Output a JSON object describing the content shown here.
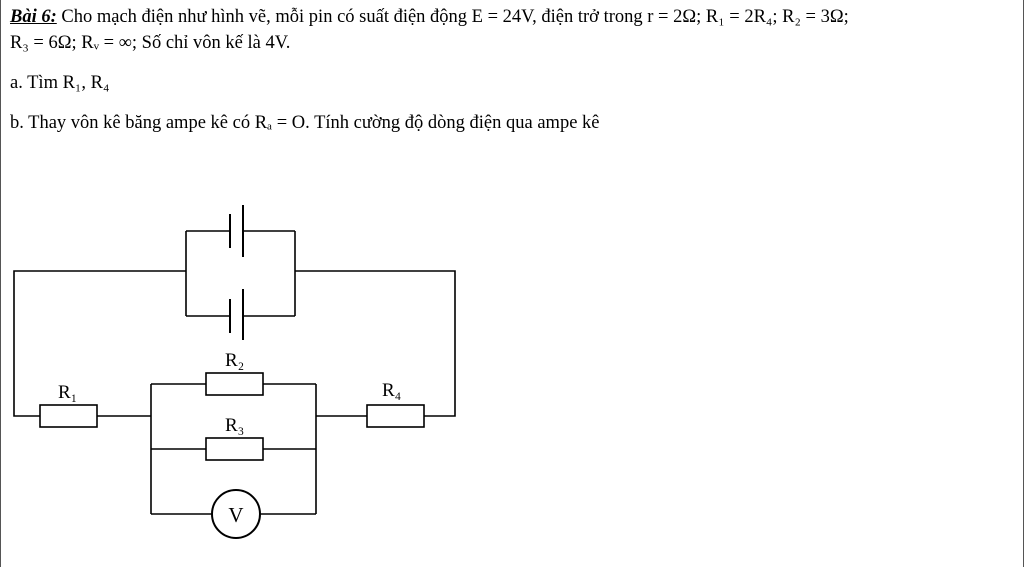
{
  "problem": {
    "title": "Bài 6:",
    "statement_1": " Cho mạch điện như hình vẽ, mỗi pin có suất điện động E = 24V, điện trở trong r = 2Ω; R₁ = 2R₄; R₂ = 3Ω;",
    "statement_2": "R₃ = 6Ω; Rᵥ = ∞; Số chỉ vôn kế là 4V.",
    "part_a": "a. Tìm R₁, R₄",
    "part_b": "b. Thay vôn kê băng ampe kê có Rₐ = O. Tính cường độ dòng điện qua ampe kê"
  },
  "diagram": {
    "labels": {
      "r1": "R₁",
      "r2": "R₂",
      "r3": "R₃",
      "r4": "R₄",
      "voltmeter": "V"
    }
  }
}
